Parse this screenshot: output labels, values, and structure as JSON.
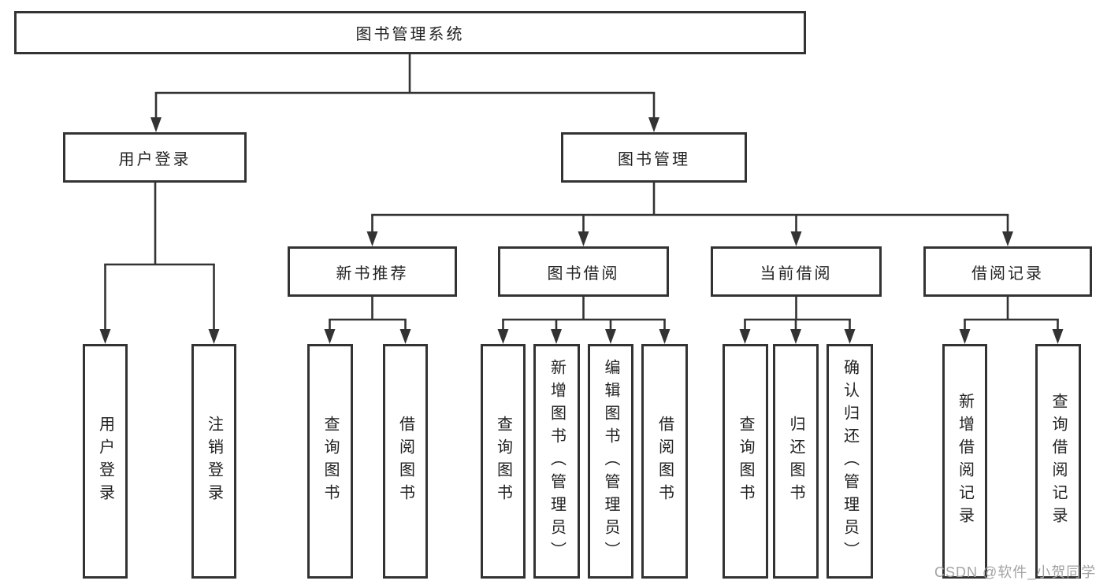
{
  "tree": {
    "root": "图书管理系统",
    "children": [
      {
        "label": "用户登录",
        "children": [
          {
            "label": "用户登录"
          },
          {
            "label": "注销登录"
          }
        ]
      },
      {
        "label": "图书管理",
        "children": [
          {
            "label": "新书推荐",
            "children": [
              {
                "label": "查询图书"
              },
              {
                "label": "借阅图书"
              }
            ]
          },
          {
            "label": "图书借阅",
            "children": [
              {
                "label": "查询图书"
              },
              {
                "label": "新增图书（管理员）"
              },
              {
                "label": "编辑图书（管理员）"
              },
              {
                "label": "借阅图书"
              }
            ]
          },
          {
            "label": "当前借阅",
            "children": [
              {
                "label": "查询图书"
              },
              {
                "label": "归还图书"
              },
              {
                "label": "确认归还（管理员）"
              }
            ]
          },
          {
            "label": "借阅记录",
            "children": [
              {
                "label": "新增借阅记录"
              },
              {
                "label": "查询借阅记录"
              }
            ]
          }
        ]
      }
    ]
  },
  "watermark": "CSDN @软件_小贺同学",
  "colors": {
    "line": "#333333",
    "box_border": "#333333",
    "text": "#222222",
    "watermark": "#a3a3a3",
    "background": "#ffffff"
  }
}
